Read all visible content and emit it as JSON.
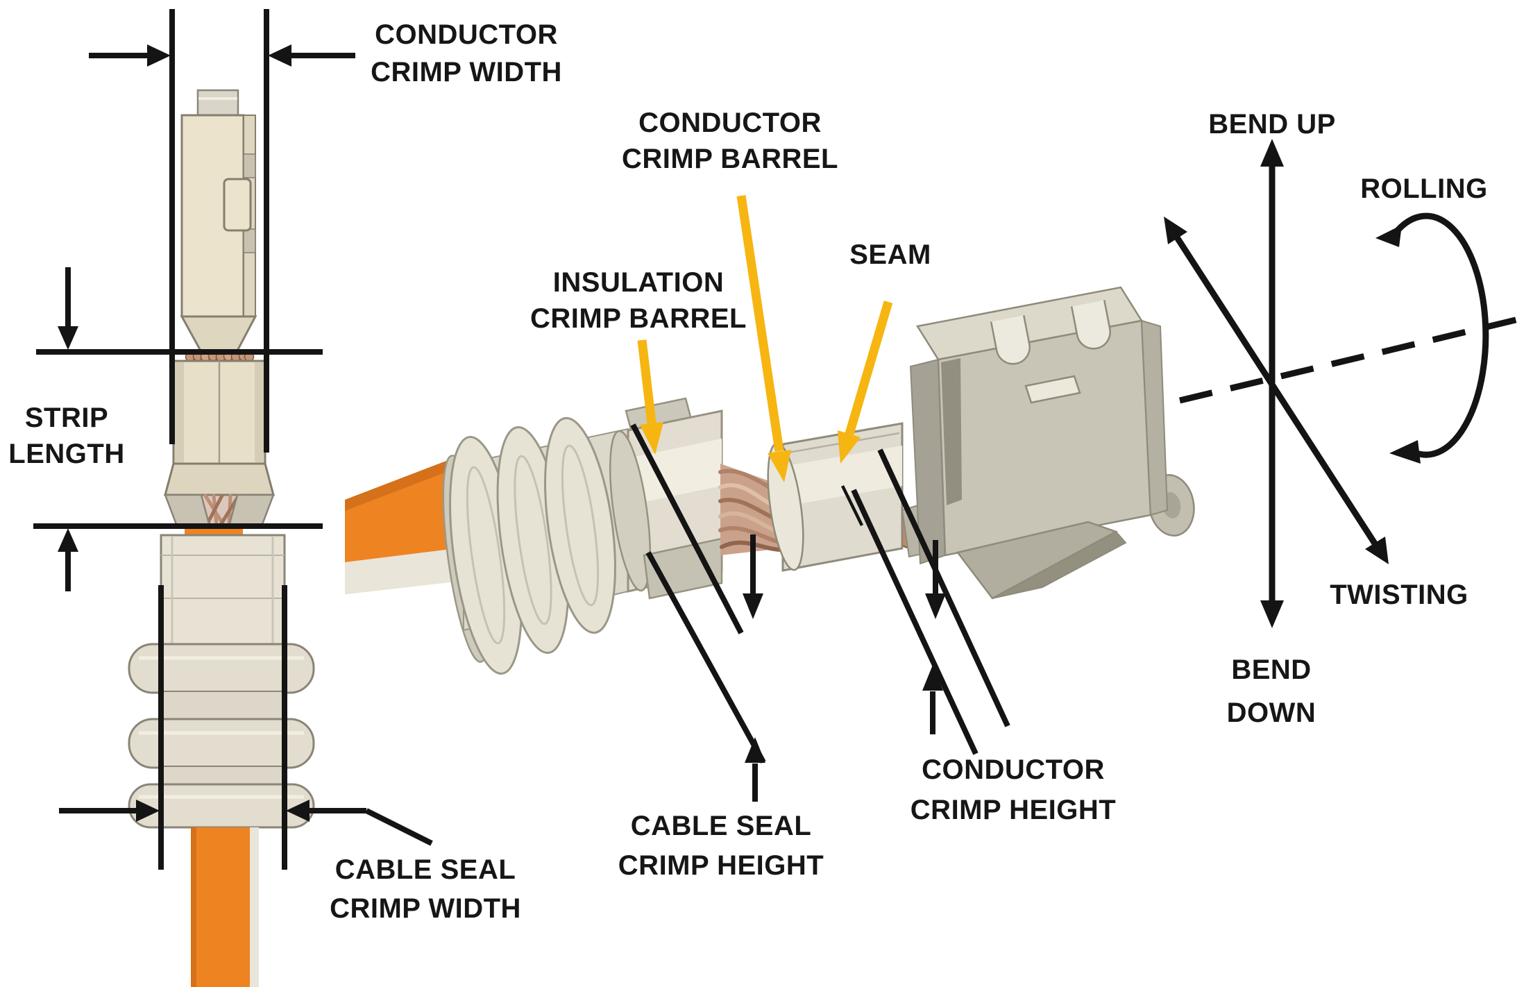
{
  "title": "Crimp terminal nomenclature diagram",
  "labels": {
    "conductor_crimp_width": {
      "line1": "CONDUCTOR",
      "line2": "CRIMP WIDTH"
    },
    "strip_length": {
      "line1": "STRIP",
      "line2": "LENGTH"
    },
    "cable_seal_crimp_width": {
      "line1": "CABLE SEAL",
      "line2": "CRIMP WIDTH"
    },
    "insulation_crimp_barrel": {
      "line1": "INSULATION",
      "line2": "CRIMP BARREL"
    },
    "conductor_crimp_barrel": {
      "line1": "CONDUCTOR",
      "line2": "CRIMP BARREL"
    },
    "seam": {
      "line1": "SEAM"
    },
    "cable_seal_crimp_height": {
      "line1": "CABLE SEAL",
      "line2": "CRIMP HEIGHT"
    },
    "conductor_crimp_height": {
      "line1": "CONDUCTOR",
      "line2": "CRIMP HEIGHT"
    },
    "bend_up": {
      "line1": "BEND UP"
    },
    "bend_down": {
      "line1": "BEND",
      "line2": "DOWN"
    },
    "rolling": {
      "line1": "ROLLING"
    },
    "twisting": {
      "line1": "TWISTING"
    }
  },
  "colors": {
    "background": "#ffffff",
    "line_black": "#141414",
    "callout_yellow": "#f6b511",
    "cable_orange": "#ee8322",
    "cable_stripe": "#e9e5d9",
    "copper": "#c49a84",
    "metal_light": "#e8e2d2",
    "metal_mid": "#cdc9bb",
    "metal_dark": "#9b968a",
    "terminal_beige": "#ebe3cc"
  }
}
